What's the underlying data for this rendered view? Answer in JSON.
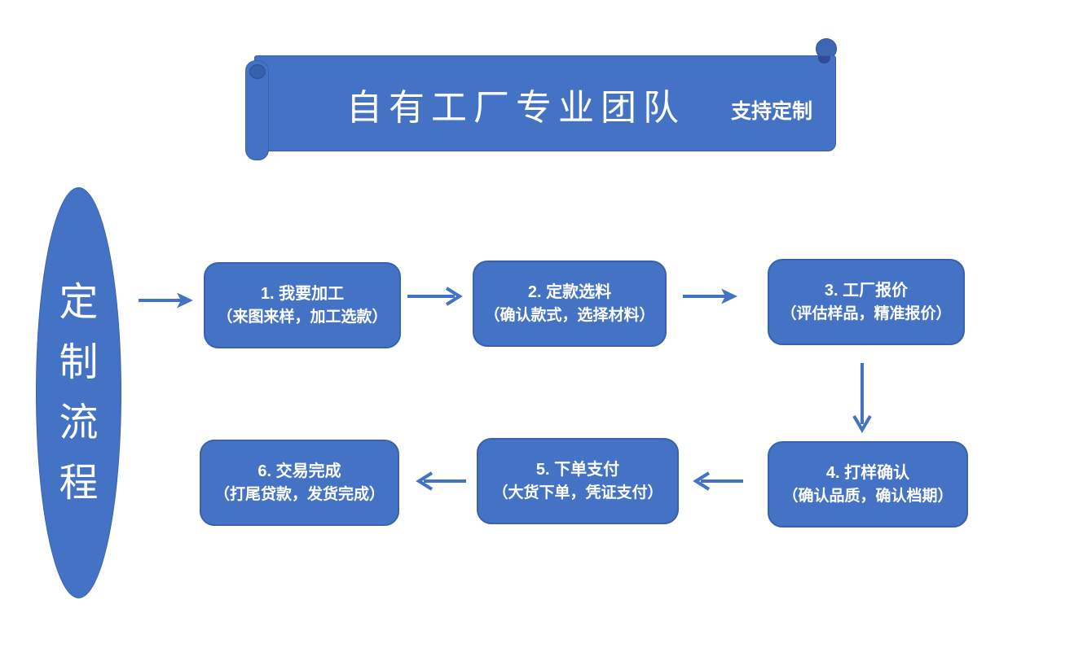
{
  "colors": {
    "shape_fill": "#4472C4",
    "shape_border": "#3961AD",
    "arrow": "#4472C4",
    "text": "#FFFFFF",
    "background": "#FFFFFF"
  },
  "banner": {
    "title": "自有工厂专业团队",
    "subtitle": "支持定制"
  },
  "side_label": {
    "text": "定制流程",
    "chars": [
      "定",
      "制",
      "流",
      "程"
    ]
  },
  "steps": [
    {
      "title": "1. 我要加工",
      "subtitle": "（来图来样，加工选款）"
    },
    {
      "title": "2. 定款选料",
      "subtitle": "（确认款式，选择材料）"
    },
    {
      "title": "3. 工厂报价",
      "subtitle": "（评估样品，精准报价）"
    },
    {
      "title": "4. 打样确认",
      "subtitle": "（确认品质，确认档期）"
    },
    {
      "title": "5. 下单支付",
      "subtitle": "（大货下单，凭证支付）"
    },
    {
      "title": "6. 交易完成",
      "subtitle": "（打尾贷款，发货完成）"
    }
  ]
}
